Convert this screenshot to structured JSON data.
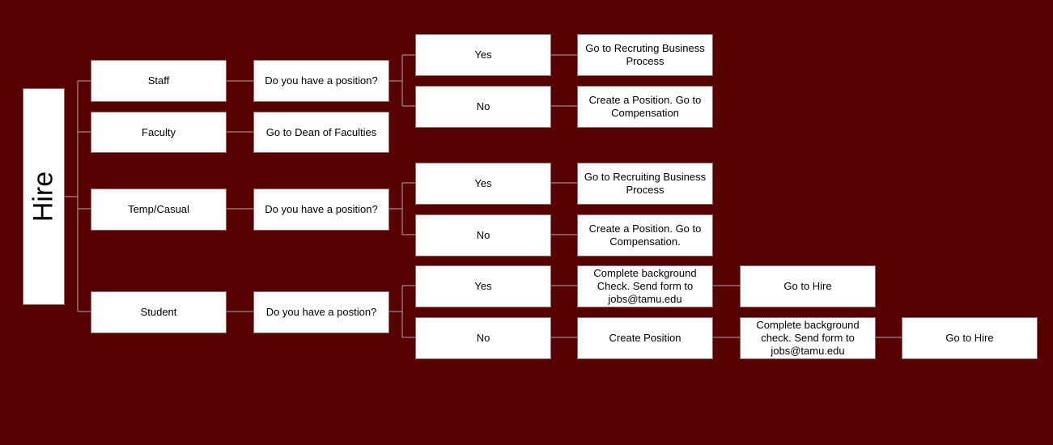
{
  "root": {
    "label": "Hire"
  },
  "categories": {
    "staff": {
      "label": "Staff",
      "question": "Do you have a position?",
      "yes": {
        "label": "Yes",
        "next": "Go to Recruting Business Process"
      },
      "no": {
        "label": "No",
        "next": "Create a Position. Go to Compensation"
      }
    },
    "faculty": {
      "label": "Faculty",
      "next": "Go to Dean of Faculties"
    },
    "temp": {
      "label": "Temp/Casual",
      "question": "Do you have a position?",
      "yes": {
        "label": "Yes",
        "next": "Go to Recruiting Business Process"
      },
      "no": {
        "label": "No",
        "next": "Create a Position. Go to Compensation."
      }
    },
    "student": {
      "label": "Student",
      "question": "Do you have a postion?",
      "yes": {
        "label": "Yes",
        "next": "Complete background Check. Send form to jobs@tamu.edu",
        "final": "Go to Hire"
      },
      "no": {
        "label": "No",
        "next": "Create Position",
        "then": "Complete background check. Send form to jobs@tamu.edu",
        "final": "Go to Hire"
      }
    }
  }
}
